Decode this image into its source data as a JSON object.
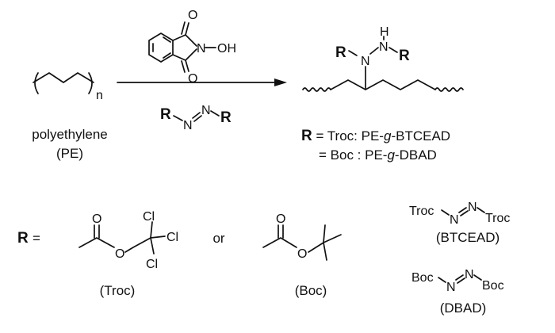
{
  "reaction": {
    "reagent_top": {
      "n_atom": "N",
      "oh_group": "OH",
      "o_top": "O",
      "o_bottom": "O"
    },
    "reagent_bottom": {
      "r_left": "R",
      "n1": "N",
      "n2": "N",
      "r_right": "R"
    }
  },
  "starting_material": {
    "subscript": "n",
    "name": "polyethylene",
    "abbrev": "(PE)"
  },
  "product": {
    "r_left": "R",
    "n_left": "N",
    "h": "H",
    "n_right": "N",
    "r_right": "R",
    "line1_bold": "R",
    "line1_a": " = Troc: PE-",
    "line1_g": "g",
    "line1_b": "-BTCEAD",
    "line2_a": "= Boc : PE-",
    "line2_g": "g",
    "line2_b": "-DBAD"
  },
  "definitions": {
    "r_label": "R",
    "equals": "=",
    "or": "or",
    "troc": {
      "o_carbonyl": "O",
      "o_ester": "O",
      "cl1": "Cl",
      "cl2": "Cl",
      "cl3": "Cl",
      "caption": "(Troc)"
    },
    "boc": {
      "o_carbonyl": "O",
      "o_ester": "O",
      "caption": "(Boc)"
    },
    "btcead": {
      "left": "Troc",
      "n1": "N",
      "n2": "N",
      "right": "Troc",
      "caption": "(BTCEAD)"
    },
    "dbad": {
      "left": "Boc",
      "n1": "N",
      "n2": "N",
      "right": "Boc",
      "caption": "(DBAD)"
    }
  }
}
